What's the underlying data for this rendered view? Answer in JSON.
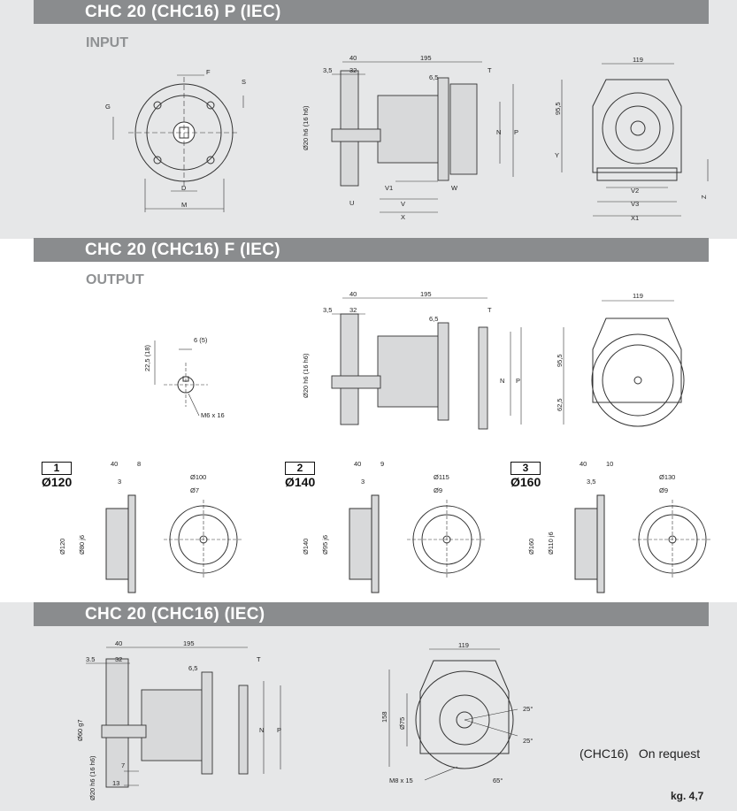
{
  "sections": [
    {
      "title": "CHC 20 (CHC16)  P (IEC)",
      "subtitle": "INPUT"
    },
    {
      "title": "CHC 20 (CHC16)  F (IEC)",
      "subtitle": "OUTPUT"
    },
    {
      "title": "CHC 20 (CHC16)  (IEC)",
      "subtitle": ""
    }
  ],
  "input_front": {
    "F": "F",
    "S": "S",
    "G": "G",
    "D": "D",
    "M": "M"
  },
  "input_side": {
    "d40": "40",
    "d195": "195",
    "d35": "3,5",
    "d32": "32",
    "T": "T",
    "d65": "6,5",
    "shaft": "Ø20 h6 (16 h6)",
    "N": "N",
    "P": "P",
    "U": "U",
    "V1": "V1",
    "V": "V",
    "W": "W",
    "X": "X"
  },
  "input_end": {
    "d119": "119",
    "d955": "95,5",
    "Y": "Y",
    "V2": "V2",
    "V3": "V3",
    "X1": "X1",
    "Z": "Z"
  },
  "output_key": {
    "d225": "22,5 (18)",
    "d6": "6 (5)",
    "m6": "M6 x 16"
  },
  "output_side": {
    "d40": "40",
    "d195": "195",
    "d35": "3,5",
    "d32": "32",
    "T": "T",
    "d65": "6,5",
    "shaft": "Ø20 h6 (16 h6)",
    "N": "N",
    "P": "P"
  },
  "output_end": {
    "d119": "119",
    "d955": "95,5",
    "d625": "62,5"
  },
  "flanges": [
    {
      "num": "1",
      "dia": "Ø120",
      "d40": "40",
      "d8": "8",
      "d3": "3",
      "big": "Ø120",
      "spig": "Ø80 j6",
      "pcd": "Ø100",
      "hole": "Ø7"
    },
    {
      "num": "2",
      "dia": "Ø140",
      "d40": "40",
      "d8": "9",
      "d3": "3",
      "big": "Ø140",
      "spig": "Ø95 j6",
      "pcd": "Ø115",
      "hole": "Ø9"
    },
    {
      "num": "3",
      "dia": "Ø160",
      "d40": "40",
      "d8": "10",
      "d3": "3,5",
      "big": "Ø160",
      "spig": "Ø110 j6",
      "pcd": "Ø130",
      "hole": "Ø9"
    }
  ],
  "iec_side": {
    "d40": "40",
    "d195": "195",
    "d35": "3.5",
    "d32": "32",
    "T": "T",
    "d65": "6,5",
    "spig": "Ø60 g7",
    "shaft": "Ø20 h6 (16 h6)",
    "N": "N",
    "P": "P",
    "d7": "7",
    "d13": "13"
  },
  "iec_end": {
    "d119": "119",
    "d158": "158",
    "d75": "Ø75",
    "a25a": "25°",
    "a25b": "25°",
    "m8": "M8 x 15",
    "a65": "65°"
  },
  "note": {
    "model": "(CHC16)",
    "text": "On request"
  },
  "weight": "kg. 4,7"
}
